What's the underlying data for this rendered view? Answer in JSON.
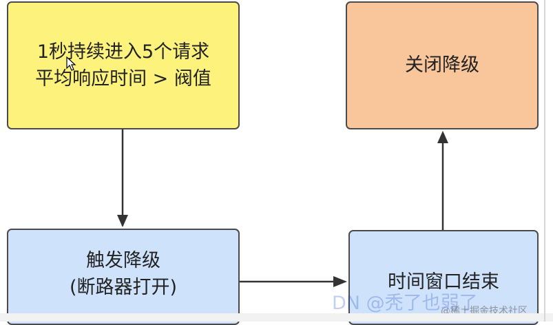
{
  "diagram": {
    "nodes": [
      {
        "id": "n1",
        "text": "1秒持续进入5个请求\n平均响应时间 > 阀值",
        "fill": "#fcf27c"
      },
      {
        "id": "n2",
        "text": "关闭降级",
        "fill": "#f9c59a"
      },
      {
        "id": "n3",
        "text": "触发降级\n(断路器打开)",
        "fill": "#cfe2fb"
      },
      {
        "id": "n4",
        "text": "时间窗口结束",
        "fill": "#cfe2fb"
      }
    ],
    "edges": [
      {
        "from": "n1",
        "to": "n3"
      },
      {
        "from": "n3",
        "to": "n4"
      },
      {
        "from": "n4",
        "to": "n2"
      }
    ]
  },
  "watermark": {
    "text": "DN @秃了也弱了",
    "site": "@稀土掘金技术社区"
  },
  "colors": {
    "stroke": "#4a4a4a",
    "arrow": "#333333"
  }
}
